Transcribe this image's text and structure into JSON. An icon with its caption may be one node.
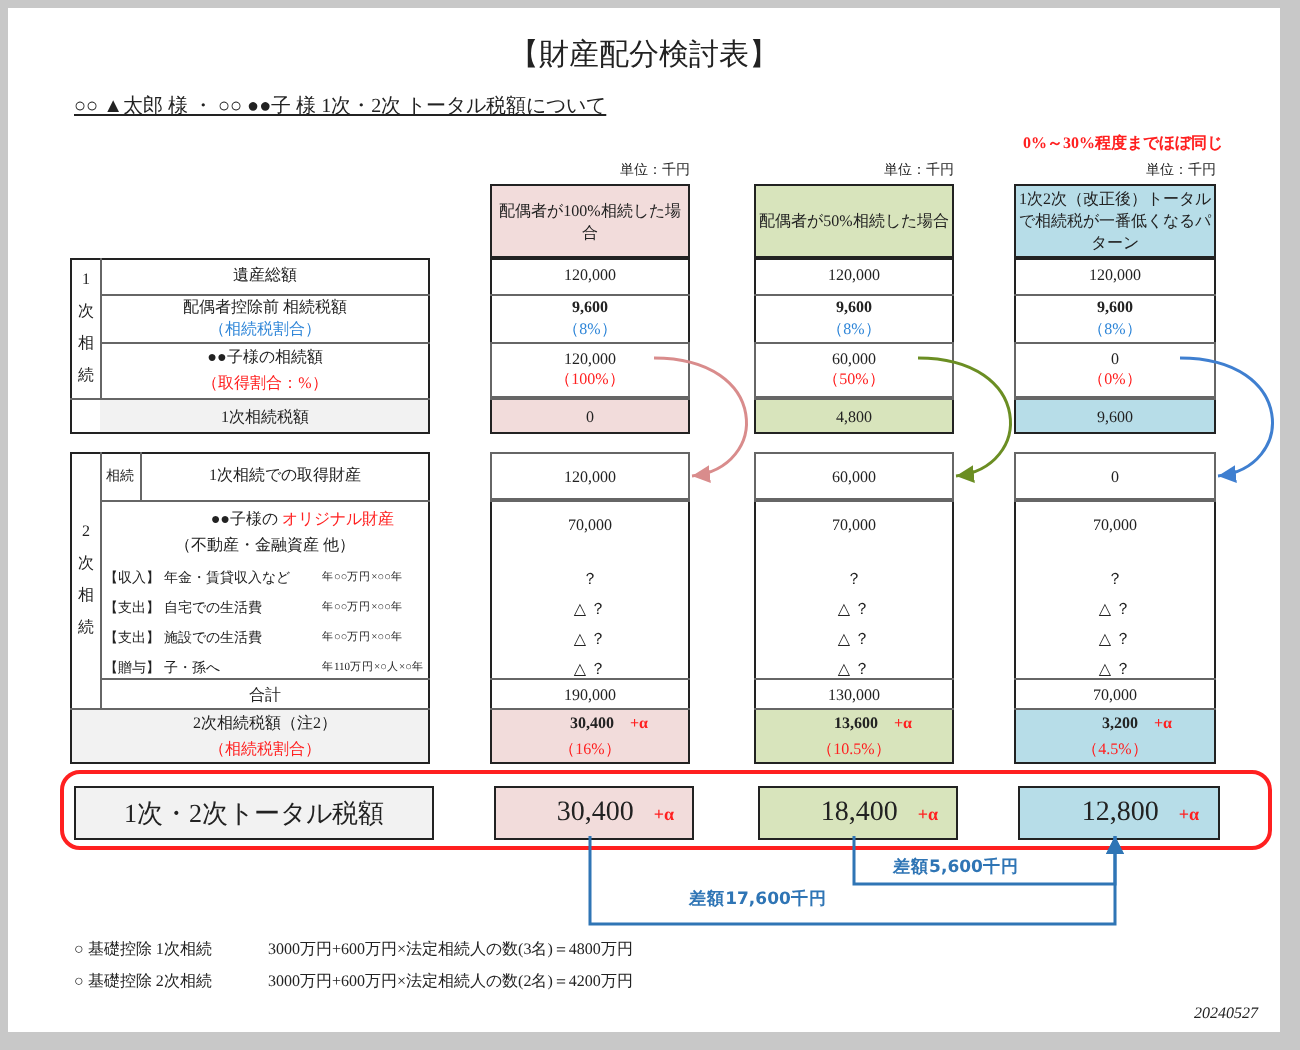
{
  "diagram": {
    "title": "【財産配分検討表】",
    "nodes": [
      {
        "text": [
          "配偶者が100%相続した場合"
        ]
      },
      {
        "text": [
          "配偶者が50%相続した場合"
        ]
      },
      {
        "text": [
          "1次2次（改正後）トータルで相続税が一番低くなるパターン"
        ]
      },
      {
        "text": [
          "120,000",
          "（100%）"
        ]
      },
      {
        "text": [
          "60,000",
          "（50%）"
        ]
      },
      {
        "text": [
          "0",
          "（0%）"
        ]
      },
      {
        "text": [
          "120,000"
        ]
      },
      {
        "text": [
          "60,000"
        ]
      },
      {
        "text": [
          "0"
        ]
      },
      {
        "text": [],
        "shape": "box"
      },
      {
        "text": [
          "1次・2次トータル税額"
        ],
        "in": 9
      },
      {
        "text": [
          "30,400",
          "+α"
        ],
        "in": 9
      },
      {
        "text": [
          "18,400",
          "+α"
        ],
        "in": 9
      },
      {
        "text": [
          "12,800",
          "+α"
        ],
        "in": 9
      }
    ],
    "edges": [
      {
        "from": 3,
        "to": 6,
        "arrow": "to",
        "color": "#d98c8c"
      },
      {
        "from": 4,
        "to": 7,
        "arrow": "to",
        "color": "#6b8e23"
      },
      {
        "from": 5,
        "to": 8,
        "arrow": "to",
        "color": "#3f7fd0"
      },
      {
        "from": 11,
        "to": 13,
        "arrow": "to",
        "label": "差額17,600千円",
        "color": "#2f75b5"
      },
      {
        "from": 12,
        "to": 13,
        "arrow": "to",
        "label": "差額5,600千円",
        "color": "#2f75b5"
      }
    ],
    "labels": [
      "○○ ▲太郎 様 ・ ○○ ●●子 様 1次・2次 トータル税額について",
      "0%～30%程度までほぼ同じ",
      "単位：千円",
      "単位：千円",
      "単位：千円",
      "1次相続",
      "遺産総額",
      "120,000",
      "120,000",
      "120,000",
      "配偶者控除前 相続税額",
      "（相続税割合）",
      "9,600",
      "（8%）",
      "9,600",
      "（8%）",
      "9,600",
      "（8%）",
      "●●子様の相続額",
      "（取得割合：%）",
      "1次相続税額",
      "0",
      "4,800",
      "9,600",
      "2次相続",
      "相続",
      "1次相続での取得財産",
      "●●子様の",
      "オリジナル財産",
      "（不動産・金融資産 他）",
      "70,000",
      "70,000",
      "70,000",
      "【収入】 年金・賃貸収入など",
      "年○○万円×○○年",
      "？",
      "？",
      "？",
      "【支出】 自宅での生活費",
      "年○○万円×○○年",
      "△ ？",
      "△ ？",
      "△ ？",
      "【支出】 施設での生活費",
      "年○○万円×○○年",
      "△ ？",
      "△ ？",
      "△ ？",
      "【贈与】 子・孫へ",
      "年110万円×○人×○年",
      "△ ？",
      "△ ？",
      "△ ？",
      "合計",
      "190,000",
      "130,000",
      "70,000",
      "2次相続税額（注2）",
      "（相続税割合）",
      "30,400",
      "+α",
      "（16%）",
      "13,600",
      "+α",
      "（10.5%）",
      "3,200",
      "+α",
      "（4.5%）",
      "○ 基礎控除 1次相続",
      "3000万円+600万円×法定相続人の数(3名)＝4800万円",
      "○ 基礎控除 2次相続",
      "3000万円+600万円×法定相続人の数(2名)＝4200万円",
      "20240527"
    ]
  }
}
